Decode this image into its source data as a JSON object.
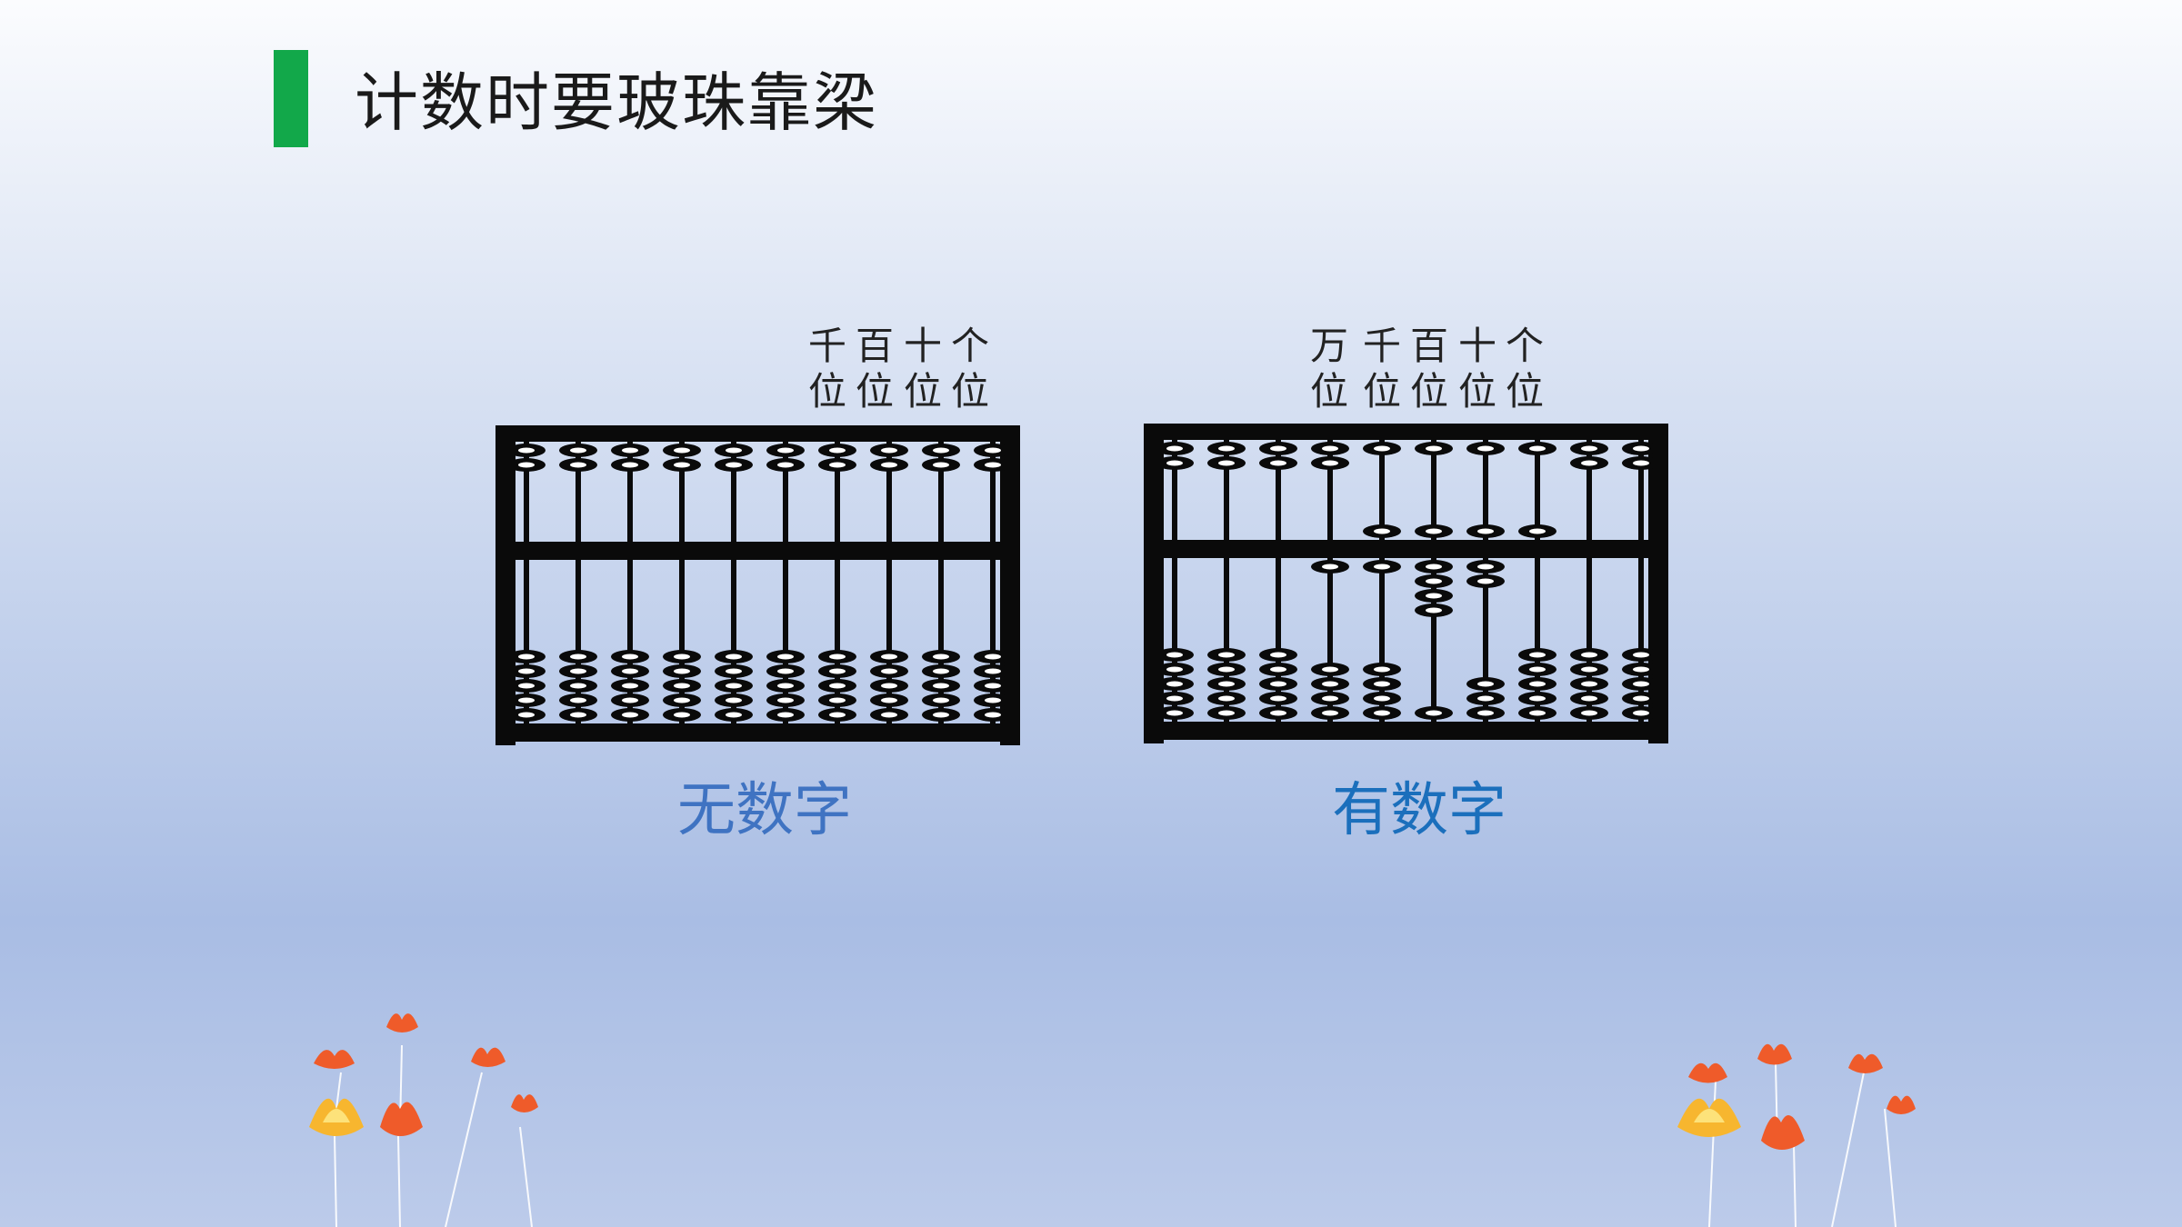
{
  "title": "计数时要玻珠靠梁",
  "colors": {
    "accent": "#12a84a",
    "frame": "#0a0a0a",
    "caption_left": "#3f73c2",
    "caption_right": "#1b6fbc"
  },
  "left_abacus": {
    "caption": "无数字",
    "place_labels": [
      {
        "top": "千",
        "bottom": "位"
      },
      {
        "top": "百",
        "bottom": "位"
      },
      {
        "top": "十",
        "bottom": "位"
      },
      {
        "top": "个",
        "bottom": "位"
      }
    ],
    "rods": [
      {
        "upper_at_beam": 0,
        "lower_at_beam": 0
      },
      {
        "upper_at_beam": 0,
        "lower_at_beam": 0
      },
      {
        "upper_at_beam": 0,
        "lower_at_beam": 0
      },
      {
        "upper_at_beam": 0,
        "lower_at_beam": 0
      },
      {
        "upper_at_beam": 0,
        "lower_at_beam": 0
      },
      {
        "upper_at_beam": 0,
        "lower_at_beam": 0
      },
      {
        "upper_at_beam": 0,
        "lower_at_beam": 0
      },
      {
        "upper_at_beam": 0,
        "lower_at_beam": 0
      },
      {
        "upper_at_beam": 0,
        "lower_at_beam": 0
      },
      {
        "upper_at_beam": 0,
        "lower_at_beam": 0
      }
    ]
  },
  "right_abacus": {
    "caption": "有数字",
    "place_labels": [
      {
        "top": "万",
        "bottom": "位"
      },
      {
        "top": "千",
        "bottom": "位"
      },
      {
        "top": "百",
        "bottom": "位"
      },
      {
        "top": "十",
        "bottom": "位"
      },
      {
        "top": "个",
        "bottom": "位"
      }
    ],
    "rods": [
      {
        "upper_at_beam": 0,
        "lower_at_beam": 0
      },
      {
        "upper_at_beam": 0,
        "lower_at_beam": 0
      },
      {
        "upper_at_beam": 0,
        "lower_at_beam": 0
      },
      {
        "upper_at_beam": 0,
        "lower_at_beam": 1
      },
      {
        "upper_at_beam": 1,
        "lower_at_beam": 1
      },
      {
        "upper_at_beam": 1,
        "lower_at_beam": 4
      },
      {
        "upper_at_beam": 1,
        "lower_at_beam": 2
      },
      {
        "upper_at_beam": 1,
        "lower_at_beam": 0
      },
      {
        "upper_at_beam": 0,
        "lower_at_beam": 0
      },
      {
        "upper_at_beam": 0,
        "lower_at_beam": 0
      }
    ]
  }
}
